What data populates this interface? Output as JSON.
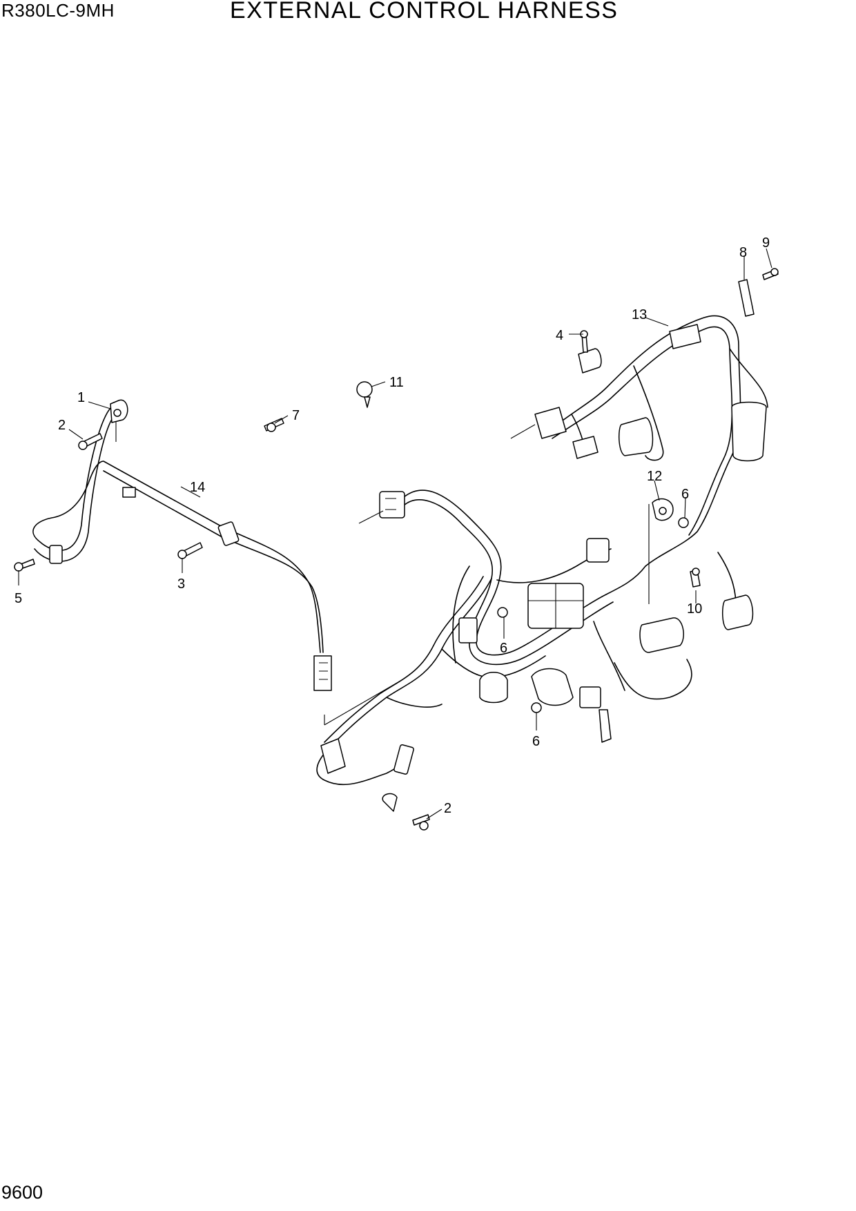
{
  "header": {
    "model": "R380LC-9MH",
    "title": "EXTERNAL CONTROL HARNESS"
  },
  "footer": {
    "page_number": "9600"
  },
  "callouts": [
    "1",
    "2",
    "14",
    "5",
    "3",
    "7",
    "11",
    "4",
    "13",
    "8",
    "9",
    "12",
    "6",
    "10",
    "6",
    "6",
    "2"
  ]
}
